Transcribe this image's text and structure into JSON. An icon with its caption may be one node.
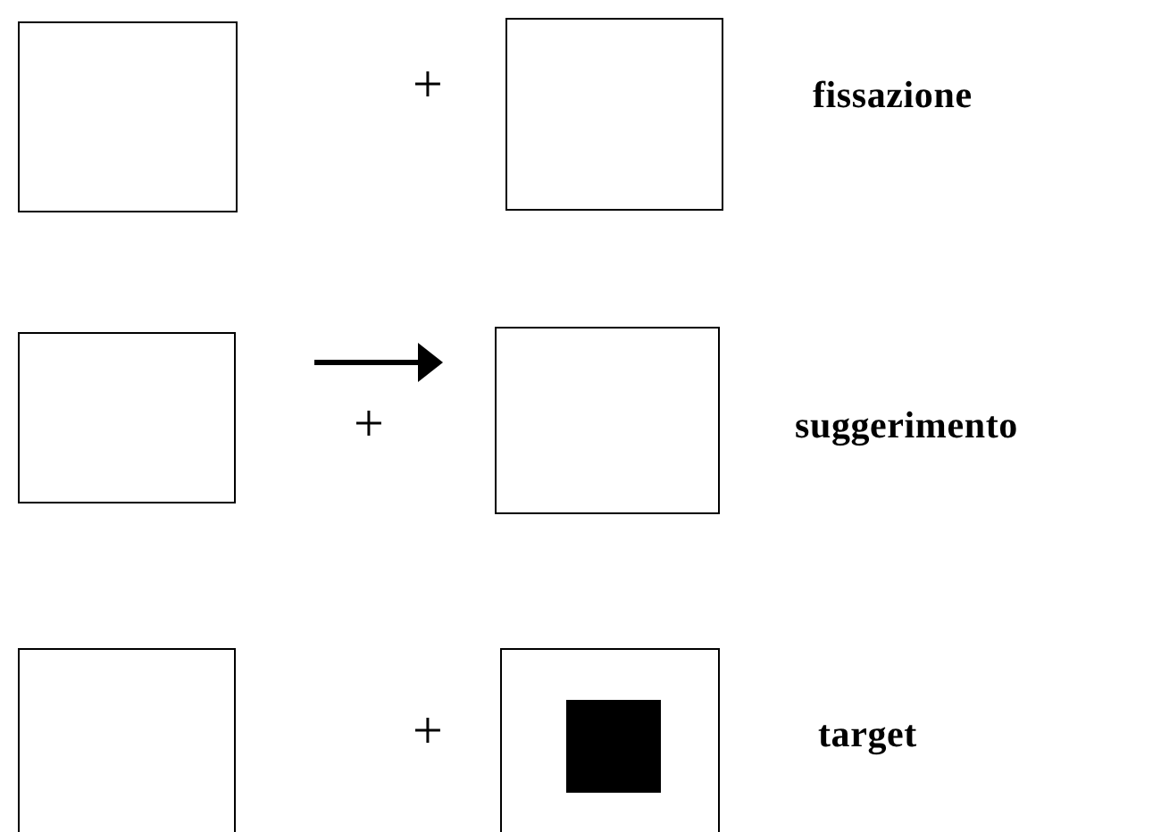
{
  "diagram": {
    "nodes": [
      {
        "text": [],
        "shape": "box"
      },
      {
        "text": [],
        "shape": "box"
      },
      {
        "text": [],
        "shape": "box"
      },
      {
        "text": [],
        "shape": "box"
      },
      {
        "text": [],
        "shape": "box"
      },
      {
        "text": [],
        "shape": "box"
      },
      {
        "text": [],
        "shape": "box",
        "in": 5
      }
    ],
    "labels": [
      "+",
      "fissazione",
      "+",
      "suggerimento",
      "+",
      "target"
    ]
  }
}
